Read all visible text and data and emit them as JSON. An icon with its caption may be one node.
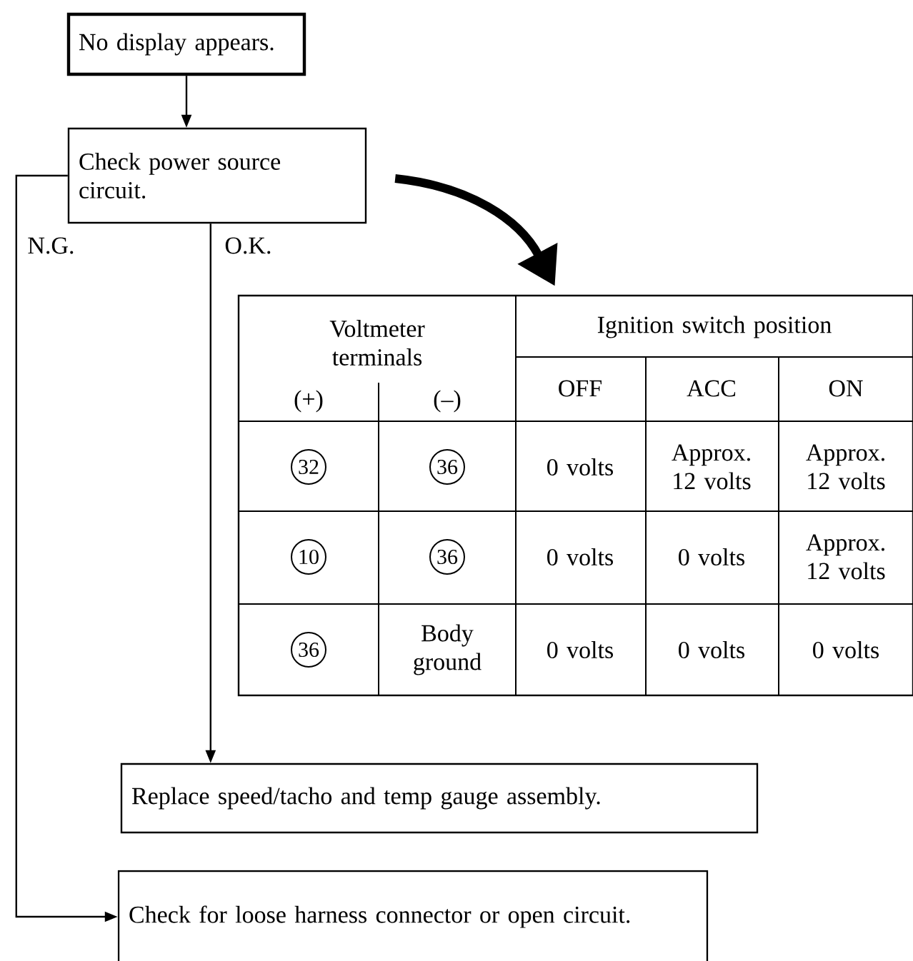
{
  "diagram": {
    "nodes": [
      {
        "text": [
          "No display appears."
        ]
      },
      {
        "text": [
          "Check power source circuit."
        ]
      },
      {
        "text": [
          "Voltmeter terminals",
          "Ignition switch position",
          "(+)",
          "(–)",
          "OFF",
          "ACC",
          "ON",
          "32",
          "36",
          "0 volts",
          "Approx. 12 volts",
          "Approx. 12 volts",
          "10",
          "36",
          "0 volts",
          "0 volts",
          "Approx. 12 volts",
          "36",
          "Body ground",
          "0 volts",
          "0 volts",
          "0 volts"
        ]
      },
      {
        "text": [
          "Replace speed/tacho and temp gauge assembly."
        ]
      },
      {
        "text": [
          "Check for loose harness connector or open circuit."
        ]
      }
    ],
    "edges": [
      {
        "from": 0,
        "to": 1,
        "arrow": "to"
      },
      {
        "from": 1,
        "to": 2,
        "arrow": "to",
        "style": "thick"
      },
      {
        "from": 1,
        "to": 3,
        "arrow": "to",
        "label": "O.K."
      },
      {
        "from": 1,
        "to": 4,
        "arrow": "to",
        "label": "N.G."
      }
    ]
  }
}
